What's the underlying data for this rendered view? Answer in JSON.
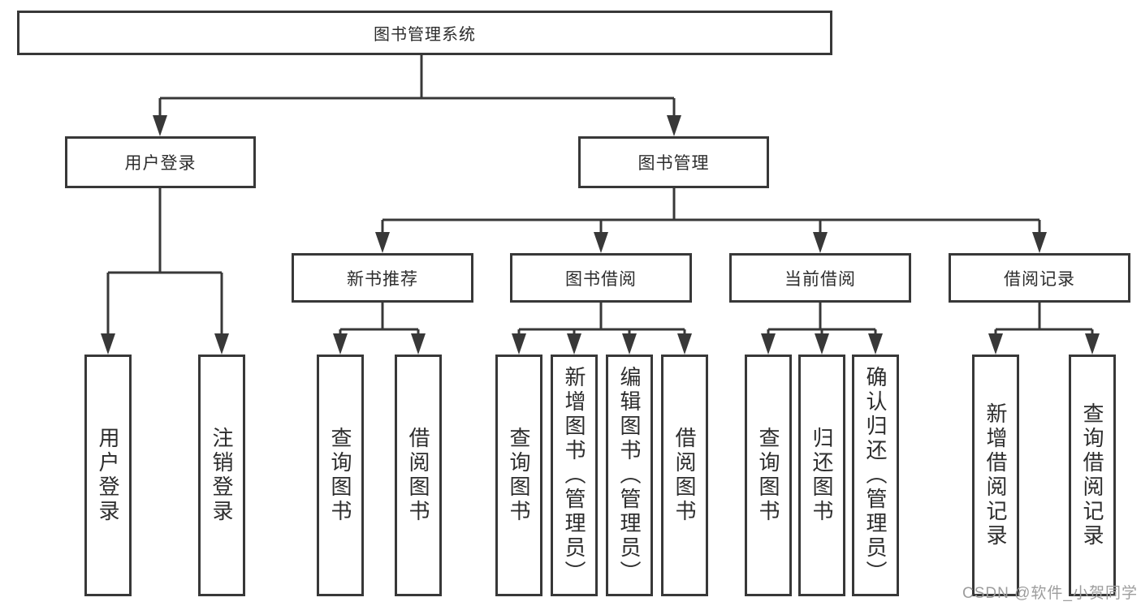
{
  "tree": {
    "root": "图书管理系统",
    "children": [
      {
        "label": "用户登录",
        "children": [
          "用户登录",
          "注销登录"
        ]
      },
      {
        "label": "图书管理",
        "children": [
          {
            "label": "新书推荐",
            "children": [
              "查询图书",
              "借阅图书"
            ]
          },
          {
            "label": "图书借阅",
            "children": [
              "查询图书",
              "新增图书（管理员）",
              "编辑图书（管理员）",
              "借阅图书"
            ]
          },
          {
            "label": "当前借阅",
            "children": [
              "查询图书",
              "归还图书",
              "确认归还（管理员）"
            ]
          },
          {
            "label": "借阅记录",
            "children": [
              "新增借阅记录",
              "查询借阅记录"
            ]
          }
        ]
      }
    ]
  },
  "watermark": "CSDN @软件_小贺同学",
  "colors": {
    "line": "#383838",
    "text": "#2d2d2d",
    "watermark": "#9d9d9d",
    "background": "#ffffff"
  }
}
